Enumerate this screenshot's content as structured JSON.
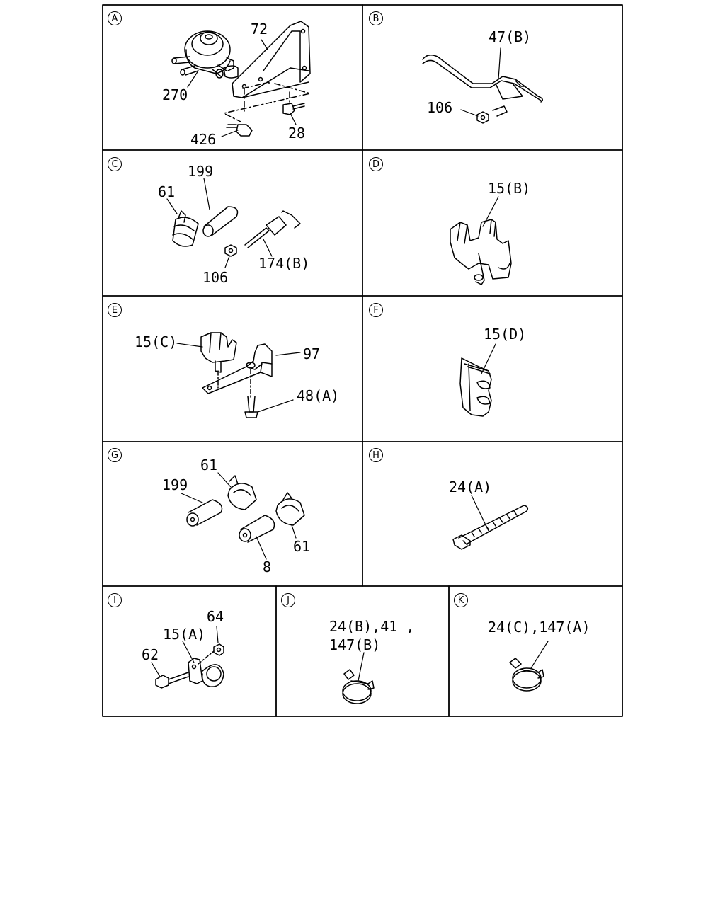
{
  "panels": {
    "A": {
      "letter": "A",
      "labels": {
        "p72": "72",
        "p270": "270",
        "p426": "426",
        "p28": "28"
      }
    },
    "B": {
      "letter": "B",
      "labels": {
        "p47b": "47(B)",
        "p106": "106"
      }
    },
    "C": {
      "letter": "C",
      "labels": {
        "p199": "199",
        "p61": "61",
        "p106": "106",
        "p174b": "174(B)"
      }
    },
    "D": {
      "letter": "D",
      "labels": {
        "p15b": "15(B)"
      }
    },
    "E": {
      "letter": "E",
      "labels": {
        "p15c": "15(C)",
        "p97": "97",
        "p48a": "48(A)"
      }
    },
    "F": {
      "letter": "F",
      "labels": {
        "p15d": "15(D)"
      }
    },
    "G": {
      "letter": "G",
      "labels": {
        "p61a": "61",
        "p199": "199",
        "p61b": "61",
        "p8": "8"
      }
    },
    "H": {
      "letter": "H",
      "labels": {
        "p24a": "24(A)"
      }
    },
    "I": {
      "letter": "I",
      "labels": {
        "p64": "64",
        "p15a": "15(A)",
        "p62": "62"
      }
    },
    "J": {
      "letter": "J",
      "labels": {
        "line1": "24(B),41 ,",
        "line2": "147(B)"
      }
    },
    "K": {
      "letter": "K",
      "labels": {
        "line1": "24(C),147(A)"
      }
    }
  }
}
